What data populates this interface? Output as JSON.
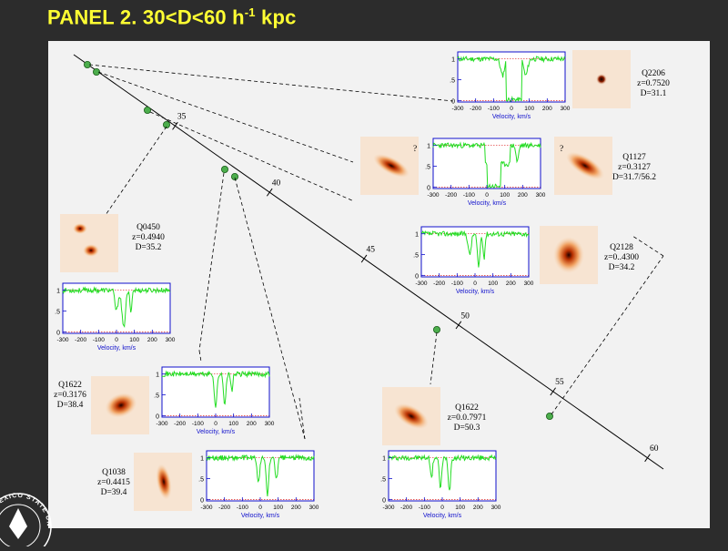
{
  "header": {
    "title_main": "PANEL 2. 30<D<60 h",
    "title_exp": "-1",
    "title_unit": " kpc"
  },
  "sightline": {
    "distance_ticks": [
      {
        "label": "35",
        "d": 35
      },
      {
        "label": "40",
        "d": 40
      },
      {
        "label": "45",
        "d": 45
      },
      {
        "label": "50",
        "d": 50
      },
      {
        "label": "55",
        "d": 55
      },
      {
        "label": "60",
        "d": 60
      }
    ],
    "galaxy_markers": [
      31.1,
      31.7,
      34.2,
      35.2,
      38.4,
      39.4,
      50.3,
      56.2
    ]
  },
  "axis_labels": {
    "velocity_label": "Velocity, km/s",
    "x_ticks": [
      "-300",
      "-200",
      "-100",
      "0",
      "100",
      "200",
      "300"
    ],
    "y_ticks": [
      "0",
      ".5",
      "1"
    ]
  },
  "systems": [
    {
      "id": "Q2206",
      "name": "Q2206",
      "redshift": "z=0.7520",
      "distance": "D=31.1",
      "question_mark": ""
    },
    {
      "id": "Q1127",
      "name": "Q1127",
      "redshift": "z=0.3127",
      "distance": "D=31.7/56.2",
      "question_mark": "?"
    },
    {
      "id": "Q2128",
      "name": "Q2128",
      "redshift": "z=0..4300",
      "distance": "D=34.2",
      "question_mark": ""
    },
    {
      "id": "Q0450",
      "name": "Q0450",
      "redshift": "z=0.4940",
      "distance": "D=35.2",
      "question_mark": ""
    },
    {
      "id": "Q1622a",
      "name": "Q1622",
      "redshift": "z=0.3176",
      "distance": "D=38.4",
      "question_mark": ""
    },
    {
      "id": "Q1038",
      "name": "Q1038",
      "redshift": "z=0.4415",
      "distance": "D=39.4",
      "question_mark": ""
    },
    {
      "id": "Q1622b",
      "name": "Q1622",
      "redshift": "z=0.0.7971",
      "distance": "D=50.3",
      "question_mark": ""
    }
  ],
  "logo": {
    "text": "NEW MEXICO STATE UNIVERSITY"
  },
  "colors": {
    "title": "#ffff33",
    "background": "#2c2c2c",
    "panel": "#f2f2f2",
    "spectrum": "#22dd22",
    "axes": "#1010cc",
    "continuum": "#dd2222",
    "marker": "#4cae4c"
  }
}
